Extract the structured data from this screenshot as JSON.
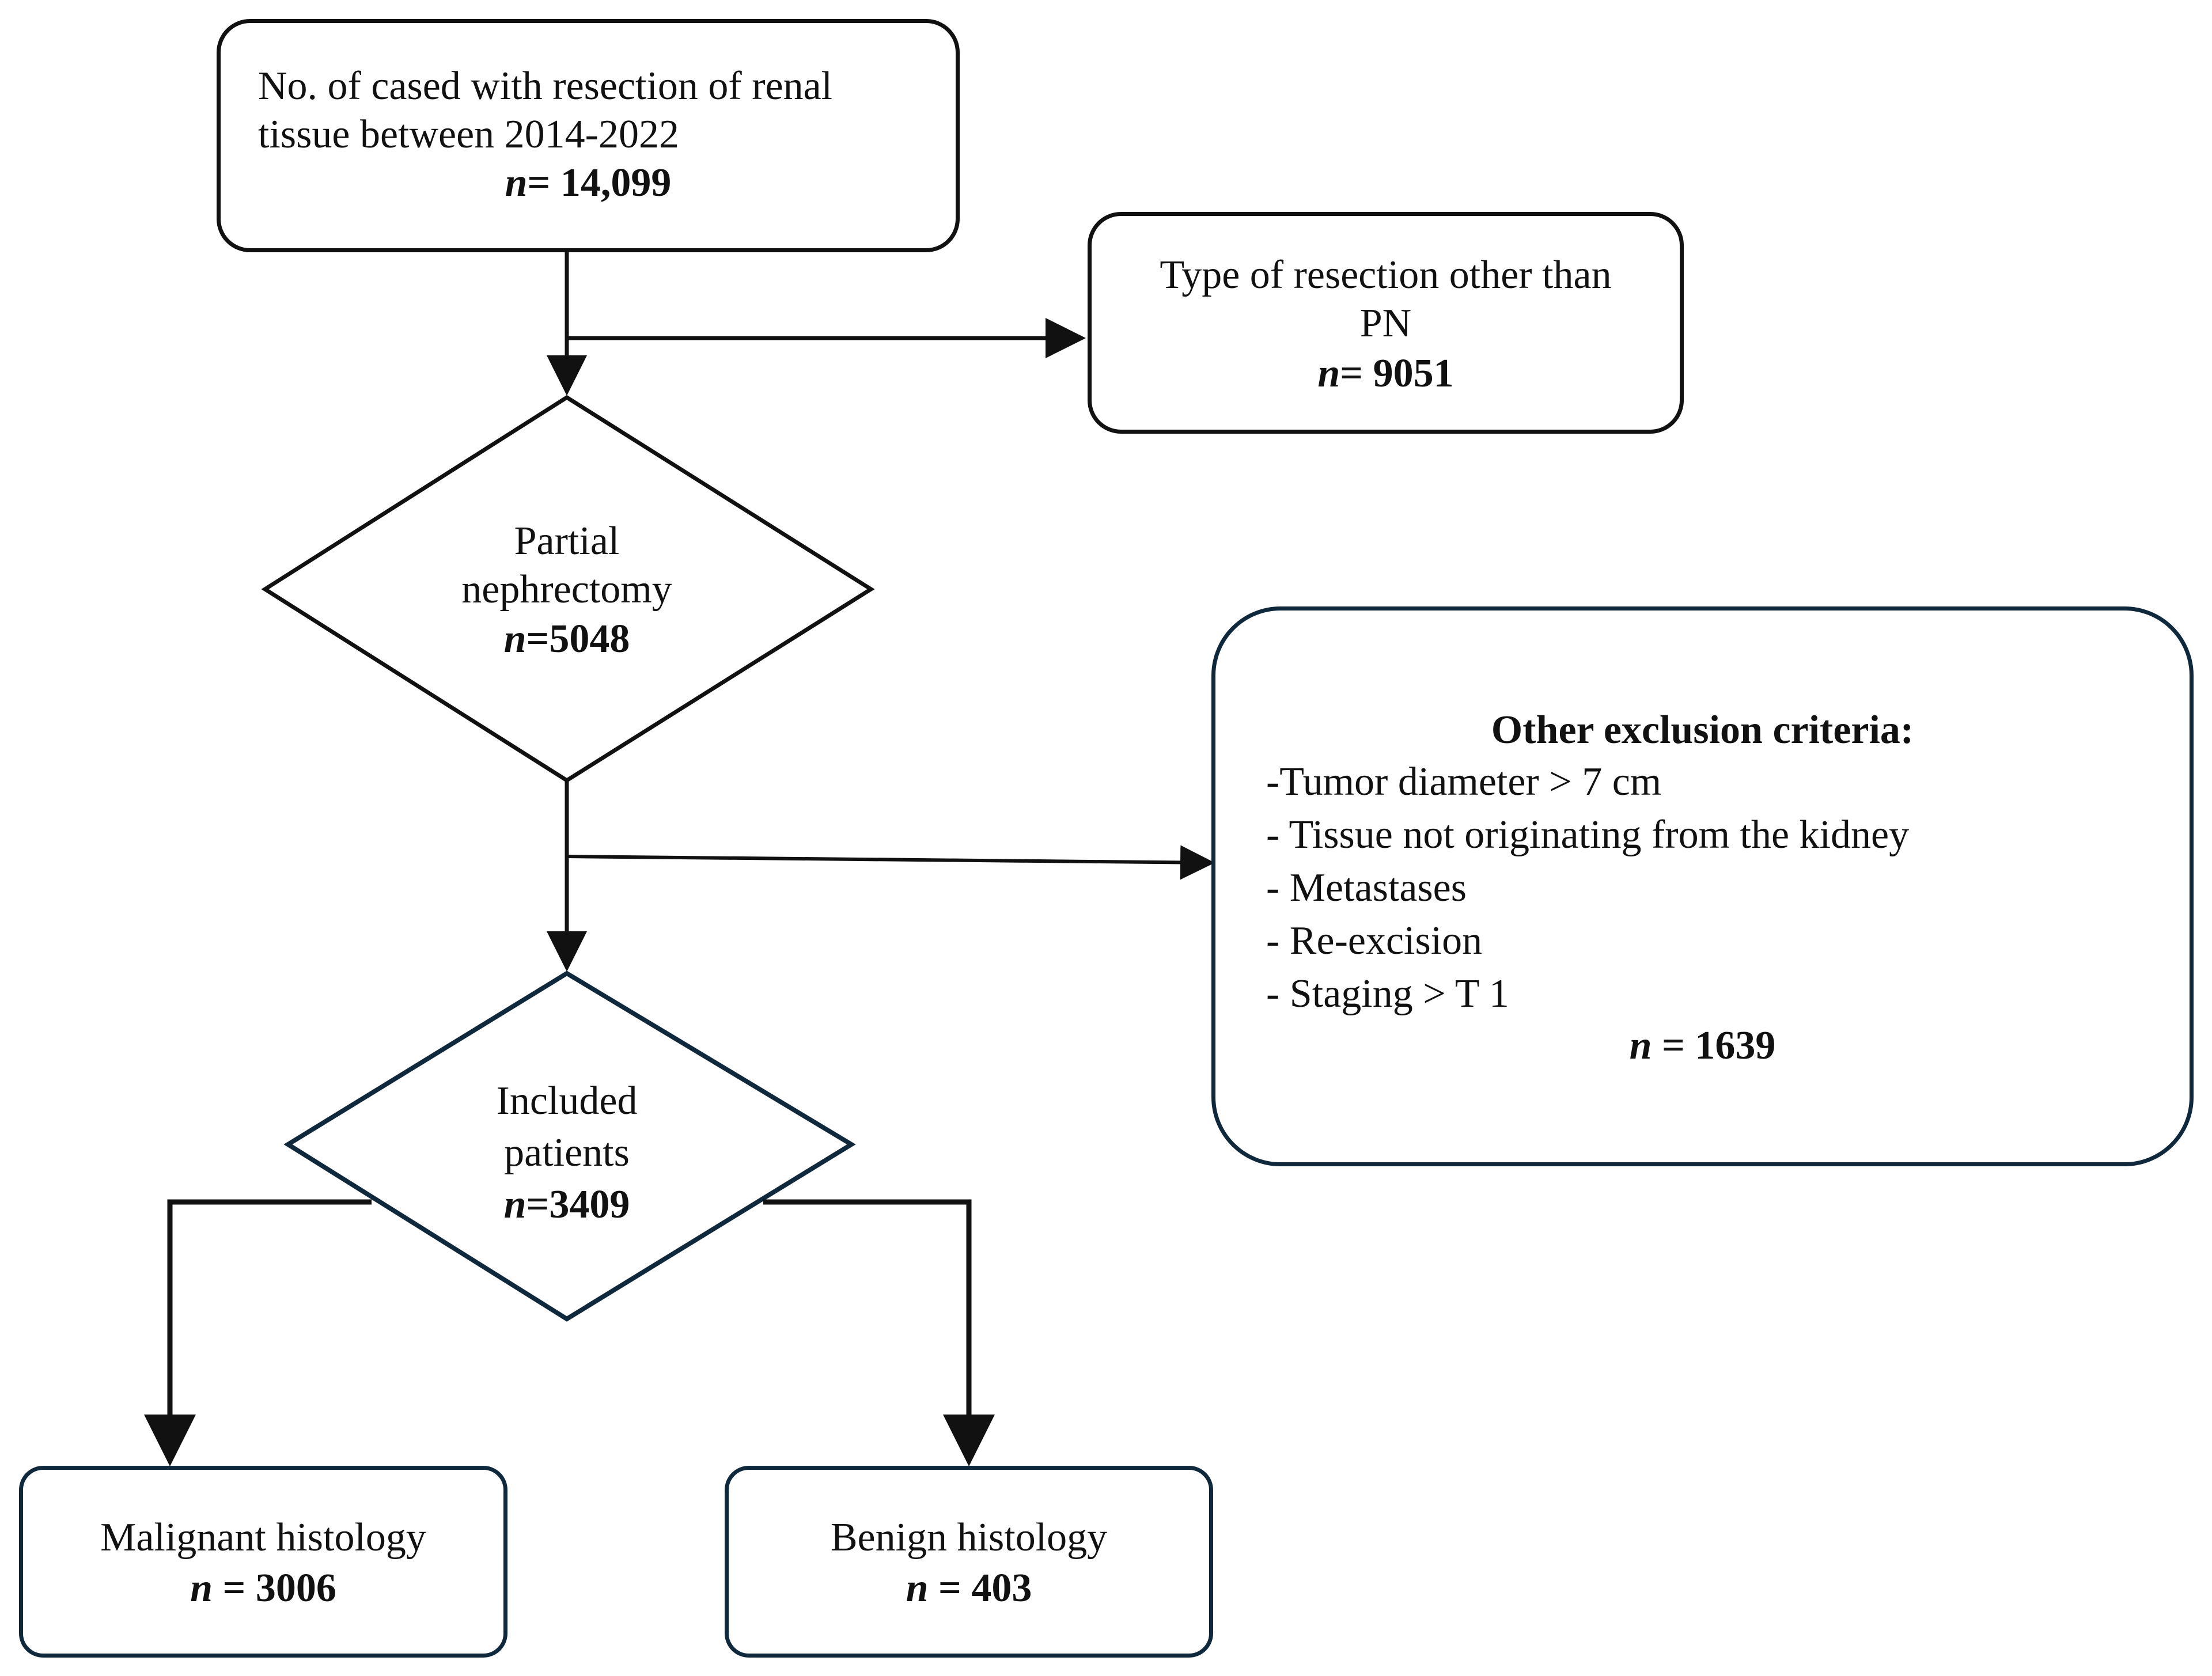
{
  "nodes": {
    "start": {
      "line1": "No. of cased with resection of renal",
      "line2": "tissue between 2014-2022",
      "n_label": "n",
      "n_value": "= 14,099"
    },
    "excluded_other_than_pn": {
      "line1": "Type of resection other than",
      "line2": "PN",
      "n_label": "n",
      "n_value": "= 9051"
    },
    "partial_nephrectomy": {
      "line1": "Partial",
      "line2": "nephrectomy",
      "n_label": "n",
      "n_value": "=5048"
    },
    "other_exclusions": {
      "title": "Other exclusion criteria:",
      "items": [
        "-Tumor diameter > 7 cm",
        "- Tissue not originating from the kidney",
        "- Metastases",
        "- Re-excision",
        "- Staging > T 1"
      ],
      "n_label": "n",
      "n_value": " = 1639"
    },
    "included_patients": {
      "line1": "Included",
      "line2": "patients",
      "n_label": "n",
      "n_value": "=3409"
    },
    "malignant": {
      "line1": "Malignant histology",
      "n_label": "n",
      "n_value": " = 3006"
    },
    "benign": {
      "line1": "Benign histology",
      "n_label": "n",
      "n_value": " = 403"
    }
  },
  "colors": {
    "stroke": "#111111",
    "navy_stroke": "#10283c",
    "background": "#ffffff"
  }
}
